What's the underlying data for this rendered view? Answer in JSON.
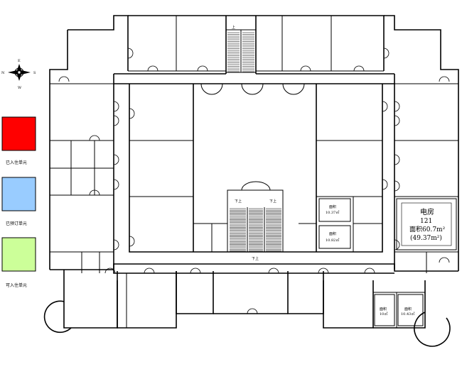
{
  "legend": {
    "items": [
      {
        "label": "已入住单元",
        "color": "#ff0000"
      },
      {
        "label": "已预订单元",
        "color": "#99ccff"
      },
      {
        "label": "可入住单元",
        "color": "#ccff99"
      }
    ]
  },
  "compass": {
    "north": "N",
    "south": "S",
    "east": "E",
    "west": "W"
  },
  "stairs": {
    "top_label": "上",
    "left_label": "下上",
    "right_label": "下上",
    "bottom_label": "下上"
  },
  "rooms": {
    "small_a": {
      "name": "面积",
      "area": "10.37㎡"
    },
    "small_b": {
      "name": "面积",
      "area": "10.82㎡"
    },
    "small_c": {
      "name": "面积",
      "area": "10㎡"
    },
    "small_d": {
      "name": "面积",
      "area": "10.43㎡"
    },
    "electric": {
      "title": "电房",
      "number": "121",
      "area": "面积60.7m²",
      "area_alt": "(49.37m²)"
    }
  }
}
